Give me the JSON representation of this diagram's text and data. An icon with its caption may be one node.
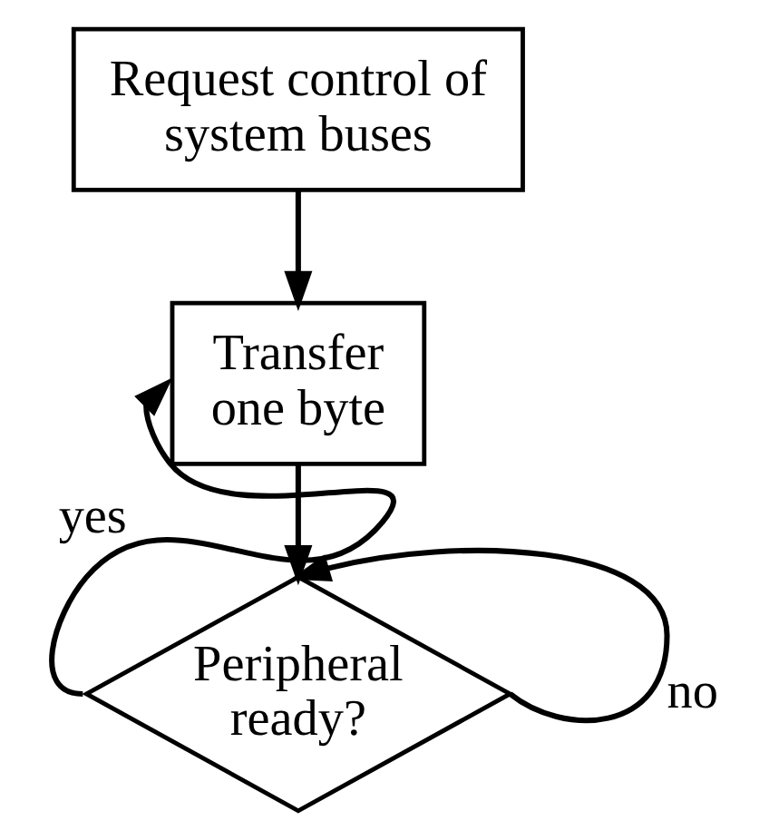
{
  "diagram": {
    "nodes": [
      {
        "text": [
          "Request control of system buses"
        ]
      },
      {
        "text": [
          "Transfer one byte"
        ]
      },
      {
        "text": [
          "Peripheral ready?"
        ]
      }
    ],
    "edges": [
      {
        "from": 0,
        "to": 1,
        "arrow": "to"
      },
      {
        "from": 1,
        "to": 2,
        "arrow": "to"
      },
      {
        "from": 2,
        "to": 1,
        "arrow": "to",
        "label": "yes"
      },
      {
        "from": 2,
        "to": 2,
        "arrow": "to",
        "label": "no"
      }
    ]
  }
}
